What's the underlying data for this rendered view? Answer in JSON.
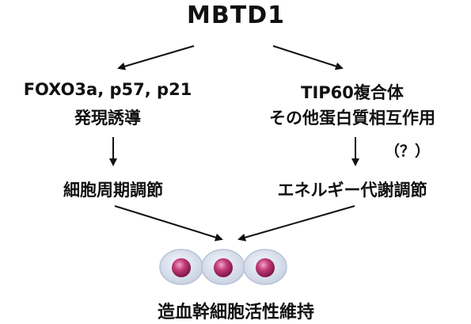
{
  "title": "MBTD1",
  "left": {
    "line1": "FOXO3a, p57, p21",
    "line2": "発現誘導",
    "result": "細胞周期調節"
  },
  "right": {
    "line1": "TIP60複合体",
    "line2": "その他蛋白質相互作用",
    "question": "（？）",
    "result": "エネルギー代謝調節"
  },
  "bottom": "造血幹細胞活性維持",
  "colors": {
    "cell_body": "#dfe6f2",
    "cell_edge": "#b8c2d6",
    "nucleus": "#a3245e",
    "nucleus_light": "#e07aa6",
    "arrow": "#111111"
  }
}
